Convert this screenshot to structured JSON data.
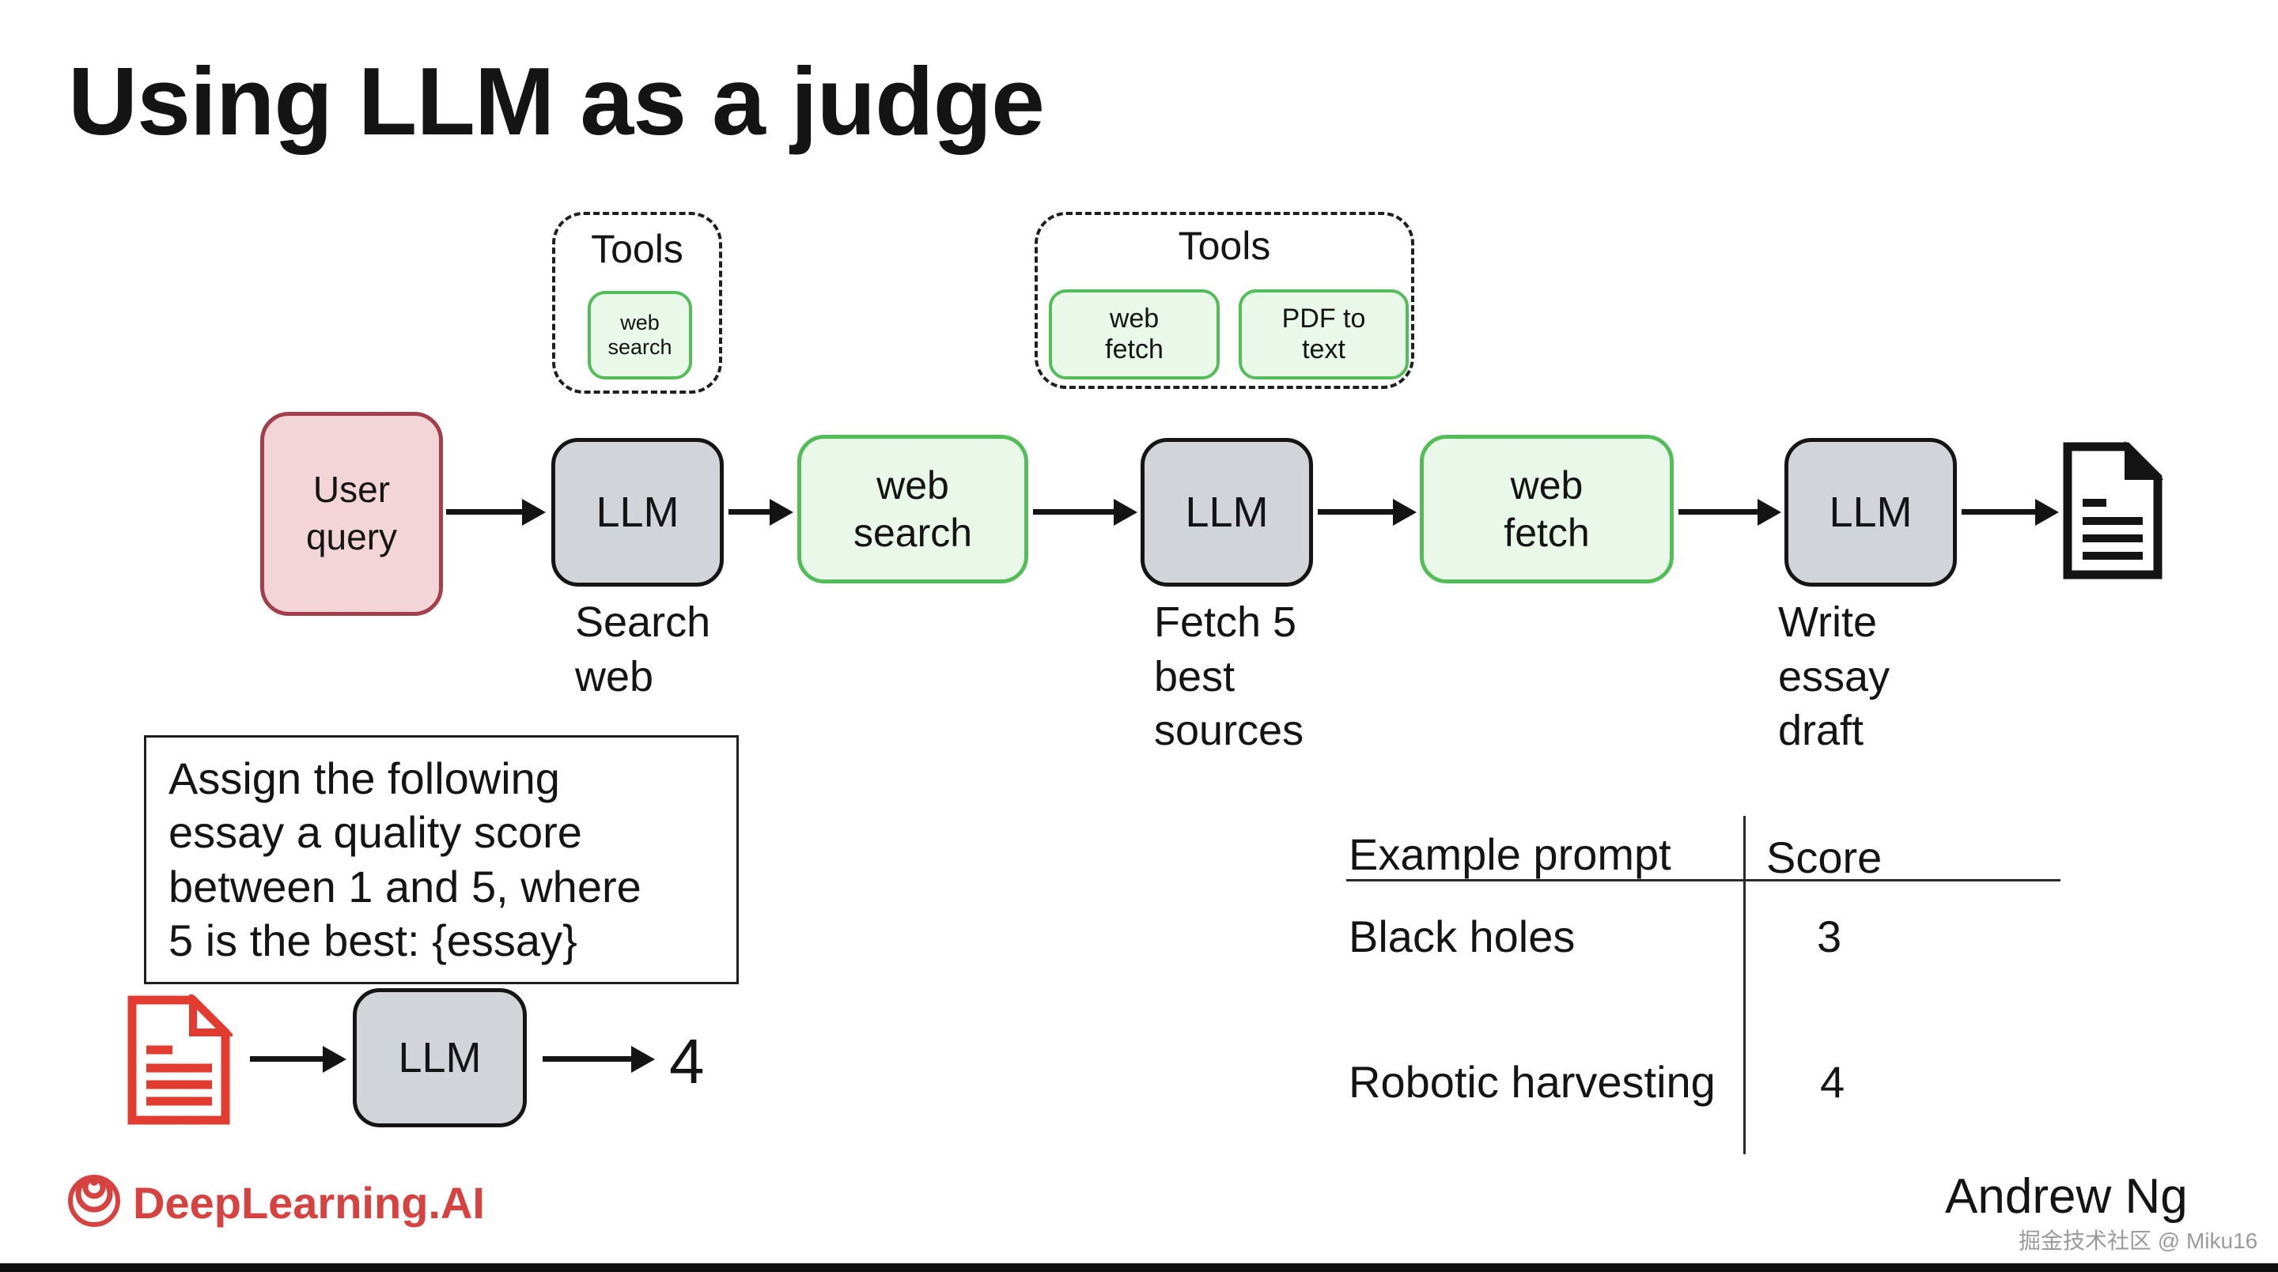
{
  "slide": {
    "title": "Using LLM as a judge",
    "author": "Andrew Ng",
    "brand": "DeepLearning.AI",
    "watermark": "掘金技术社区 @ Miku16"
  },
  "colors": {
    "green_fill": "#e9f8e9",
    "green_border": "#53bd58",
    "gray_fill": "#d1d4d9",
    "gray_border": "#151515",
    "pink_fill": "#f3d5d8",
    "pink_border": "#a33f4d",
    "doc_icon_red": "#e23b30",
    "brand_red": "#d6423f",
    "text_black": "#141414"
  },
  "toolbox_search": {
    "title": "Tools",
    "tool1": "web\nsearch"
  },
  "toolbox_fetch": {
    "title": "Tools",
    "tool1": "web\nfetch",
    "tool2": "PDF to\ntext"
  },
  "pipeline": {
    "user_query": "User\nquery",
    "llm1": "LLM",
    "web_search": "web\nsearch",
    "llm2": "LLM",
    "web_fetch": "web\nfetch",
    "llm3": "LLM",
    "step1_label": "Search\nweb",
    "step2_label": "Fetch 5\nbest\nsources",
    "step3_label": "Write\nessay\ndraft"
  },
  "judge": {
    "prompt": "Assign the following\nessay a quality score\nbetween 1 and 5, where\n5 is the best: {essay}",
    "llm": "LLM",
    "score": "4"
  },
  "results_table": {
    "col1": "Example prompt",
    "col2": "Score",
    "rows": [
      {
        "prompt": "Black holes",
        "score": "3"
      },
      {
        "prompt": "Robotic harvesting",
        "score": "4"
      }
    ]
  }
}
